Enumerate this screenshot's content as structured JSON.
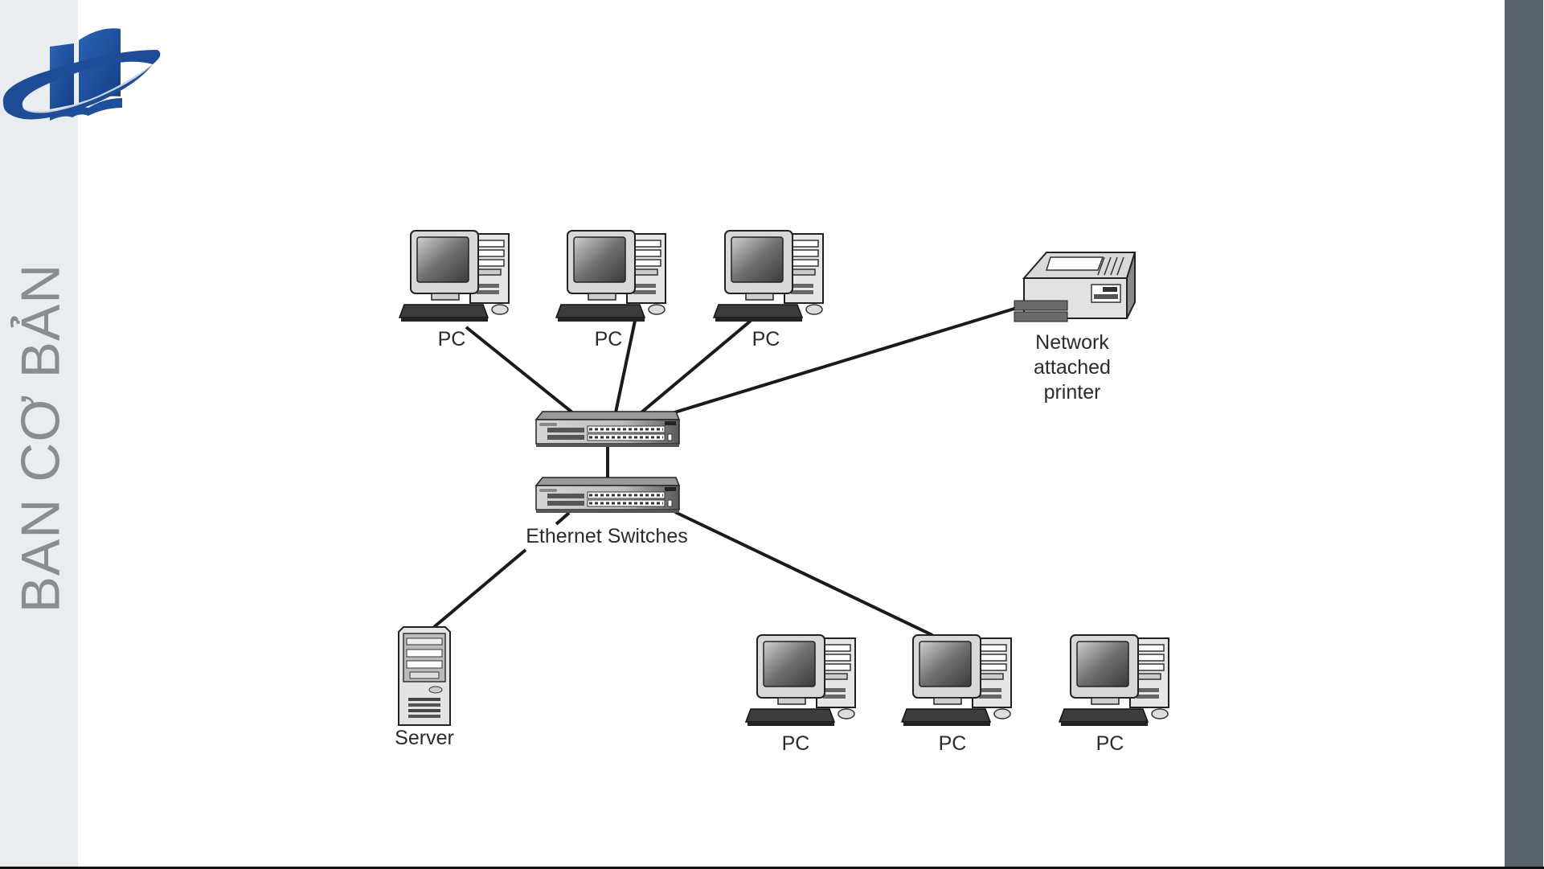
{
  "sidebar": {
    "logo": "book-globe-logo",
    "vertical_title": "BAN CƠ BẢN"
  },
  "colors": {
    "sidebar_bg": "#e9edf0",
    "right_strip": "#58636e",
    "logo_blue": "#1f4f9a",
    "link_line": "#1a1a1a"
  },
  "diagram": {
    "switch_label": "Ethernet Switches",
    "nodes": [
      {
        "id": "pc-top-1",
        "type": "pc",
        "label": "PC"
      },
      {
        "id": "pc-top-2",
        "type": "pc",
        "label": "PC"
      },
      {
        "id": "pc-top-3",
        "type": "pc",
        "label": "PC"
      },
      {
        "id": "printer",
        "type": "printer",
        "label_lines": [
          "Network",
          "attached",
          "printer"
        ]
      },
      {
        "id": "switch-top",
        "type": "switch",
        "label": ""
      },
      {
        "id": "switch-bottom",
        "type": "switch",
        "label": ""
      },
      {
        "id": "server",
        "type": "server",
        "label": "Server"
      },
      {
        "id": "pc-bottom-1",
        "type": "pc",
        "label": "PC"
      },
      {
        "id": "pc-bottom-2",
        "type": "pc",
        "label": "PC"
      },
      {
        "id": "pc-bottom-3",
        "type": "pc",
        "label": "PC"
      }
    ],
    "links": [
      [
        "pc-top-1",
        "switch-top"
      ],
      [
        "pc-top-2",
        "switch-top"
      ],
      [
        "pc-top-3",
        "switch-top"
      ],
      [
        "printer",
        "switch-top"
      ],
      [
        "switch-top",
        "switch-bottom"
      ],
      [
        "switch-bottom",
        "server"
      ],
      [
        "switch-bottom",
        "pc-bottom-2"
      ]
    ]
  }
}
